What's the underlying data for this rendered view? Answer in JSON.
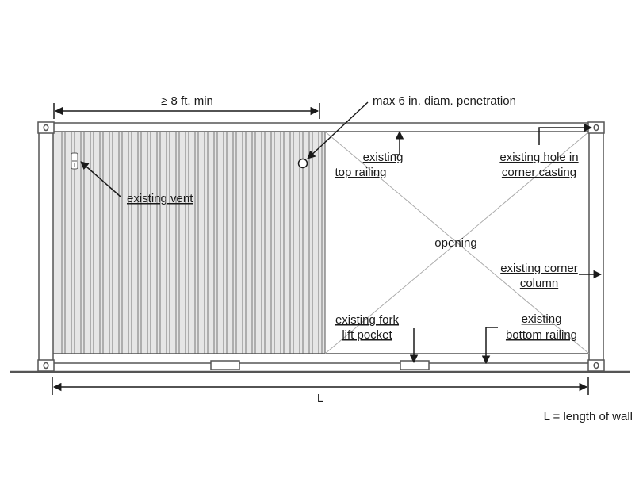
{
  "labels": {
    "min_width": "≥ 8 ft. min",
    "penetration": "max 6 in. diam. penetration",
    "vent": "existing vent",
    "top_railing_1": "existing",
    "top_railing_2": "top railing",
    "hole_1": "existing hole in",
    "hole_2": "corner casting",
    "opening": "opening",
    "corner_col_1": "existing corner",
    "corner_col_2": "column",
    "fork_1": "existing fork",
    "fork_2": "lift pocket",
    "bottom_rail_1": "existing",
    "bottom_rail_2": "bottom railing",
    "length_symbol": "L",
    "legend": "L = length of wall"
  },
  "colors": {
    "line": "#1a1a1a",
    "frame": "#555555",
    "shade": "#e6e6e6",
    "cross": "#aaaaaa"
  }
}
